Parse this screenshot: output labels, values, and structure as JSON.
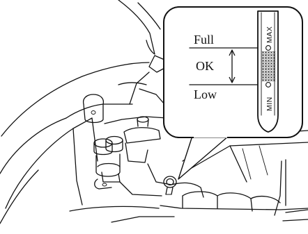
{
  "callout": {
    "full_label": "Full",
    "ok_label": "OK",
    "low_label": "Low",
    "dipstick_max": "MAX",
    "dipstick_min": "MIN"
  }
}
